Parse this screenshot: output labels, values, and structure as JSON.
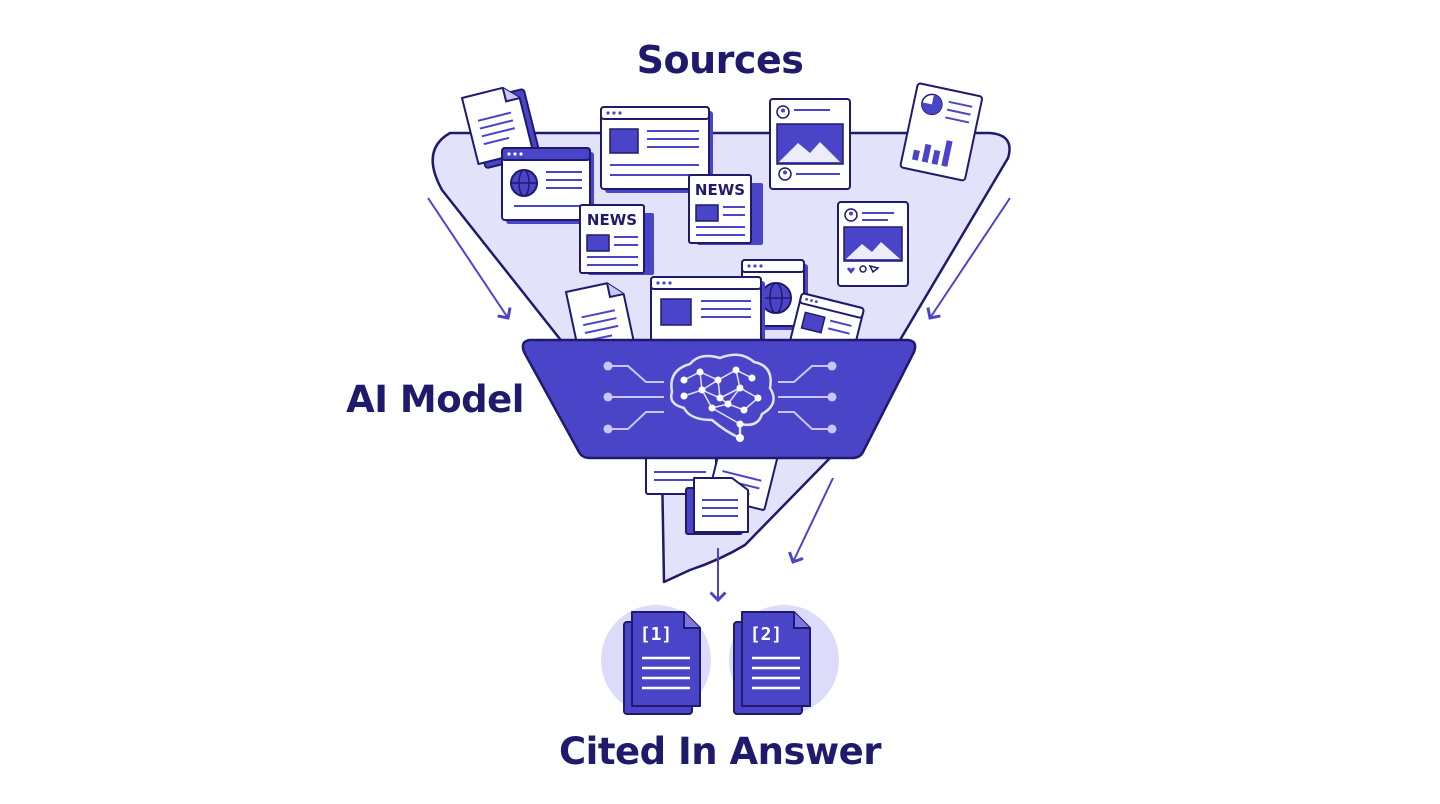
{
  "labels": {
    "sources": "Sources",
    "ai_model": "AI Model",
    "cited_in_answer": "Cited In Answer"
  },
  "source_documents": {
    "news_1": "NEWS",
    "news_2": "NEWS"
  },
  "citations": {
    "first": "[1]",
    "second": "[2]"
  },
  "colors": {
    "primary": "#4a45c8",
    "ink": "#1f1a6b",
    "funnel_fill": "#e3e2fb",
    "circle_fill": "#dcdbfa",
    "background": "#ffffff"
  },
  "icons": [
    "document-icon",
    "browser-window-icon",
    "globe-icon",
    "newspaper-icon",
    "image-post-icon",
    "pie-chart-report-icon",
    "brain-network-icon",
    "circuit-line-icon",
    "down-arrow-icon",
    "cited-document-icon"
  ]
}
